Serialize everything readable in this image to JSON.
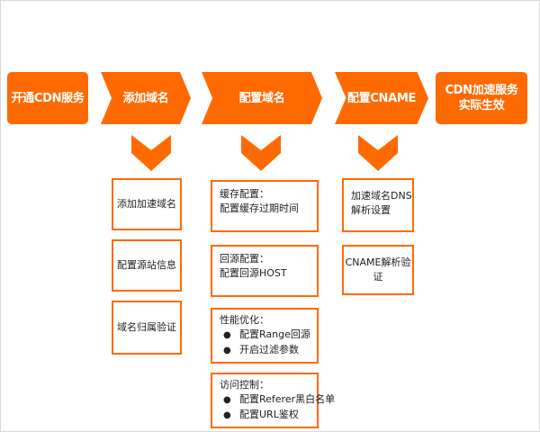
{
  "steps": [
    {
      "id": "s1",
      "label": "开通CDN服务"
    },
    {
      "id": "s2",
      "label": "添加域名"
    },
    {
      "id": "s3",
      "label": "配置域名"
    },
    {
      "id": "s4",
      "label": "配置CNAME"
    },
    {
      "id": "s5",
      "label_lines": [
        "CDN加速服务",
        "实际生效"
      ]
    }
  ],
  "add_domain": {
    "items": [
      "添加加速域名",
      "配置源站信息",
      "域名归属验证"
    ]
  },
  "configure_domain": {
    "cache": {
      "title": "缓存配置：",
      "lines": [
        "配置缓存过期时间"
      ]
    },
    "origin": {
      "title": "回源配置：",
      "lines": [
        "配置回源HOST"
      ]
    },
    "performance": {
      "title": "性能优化：",
      "bullets": [
        "配置Range回源",
        "开启过滤参数"
      ]
    },
    "access": {
      "title": "访问控制：",
      "bullets": [
        "配置Referer黑白名单",
        "配置URL鉴权"
      ]
    }
  },
  "cname": {
    "items": [
      {
        "lines": [
          "加速域名DNS",
          "解析设置"
        ]
      },
      {
        "lines": [
          "CNAME解析验证"
        ]
      }
    ]
  },
  "colors": {
    "accent": "#ff6a00",
    "text": "#222222"
  },
  "bullet_symbol": "●"
}
